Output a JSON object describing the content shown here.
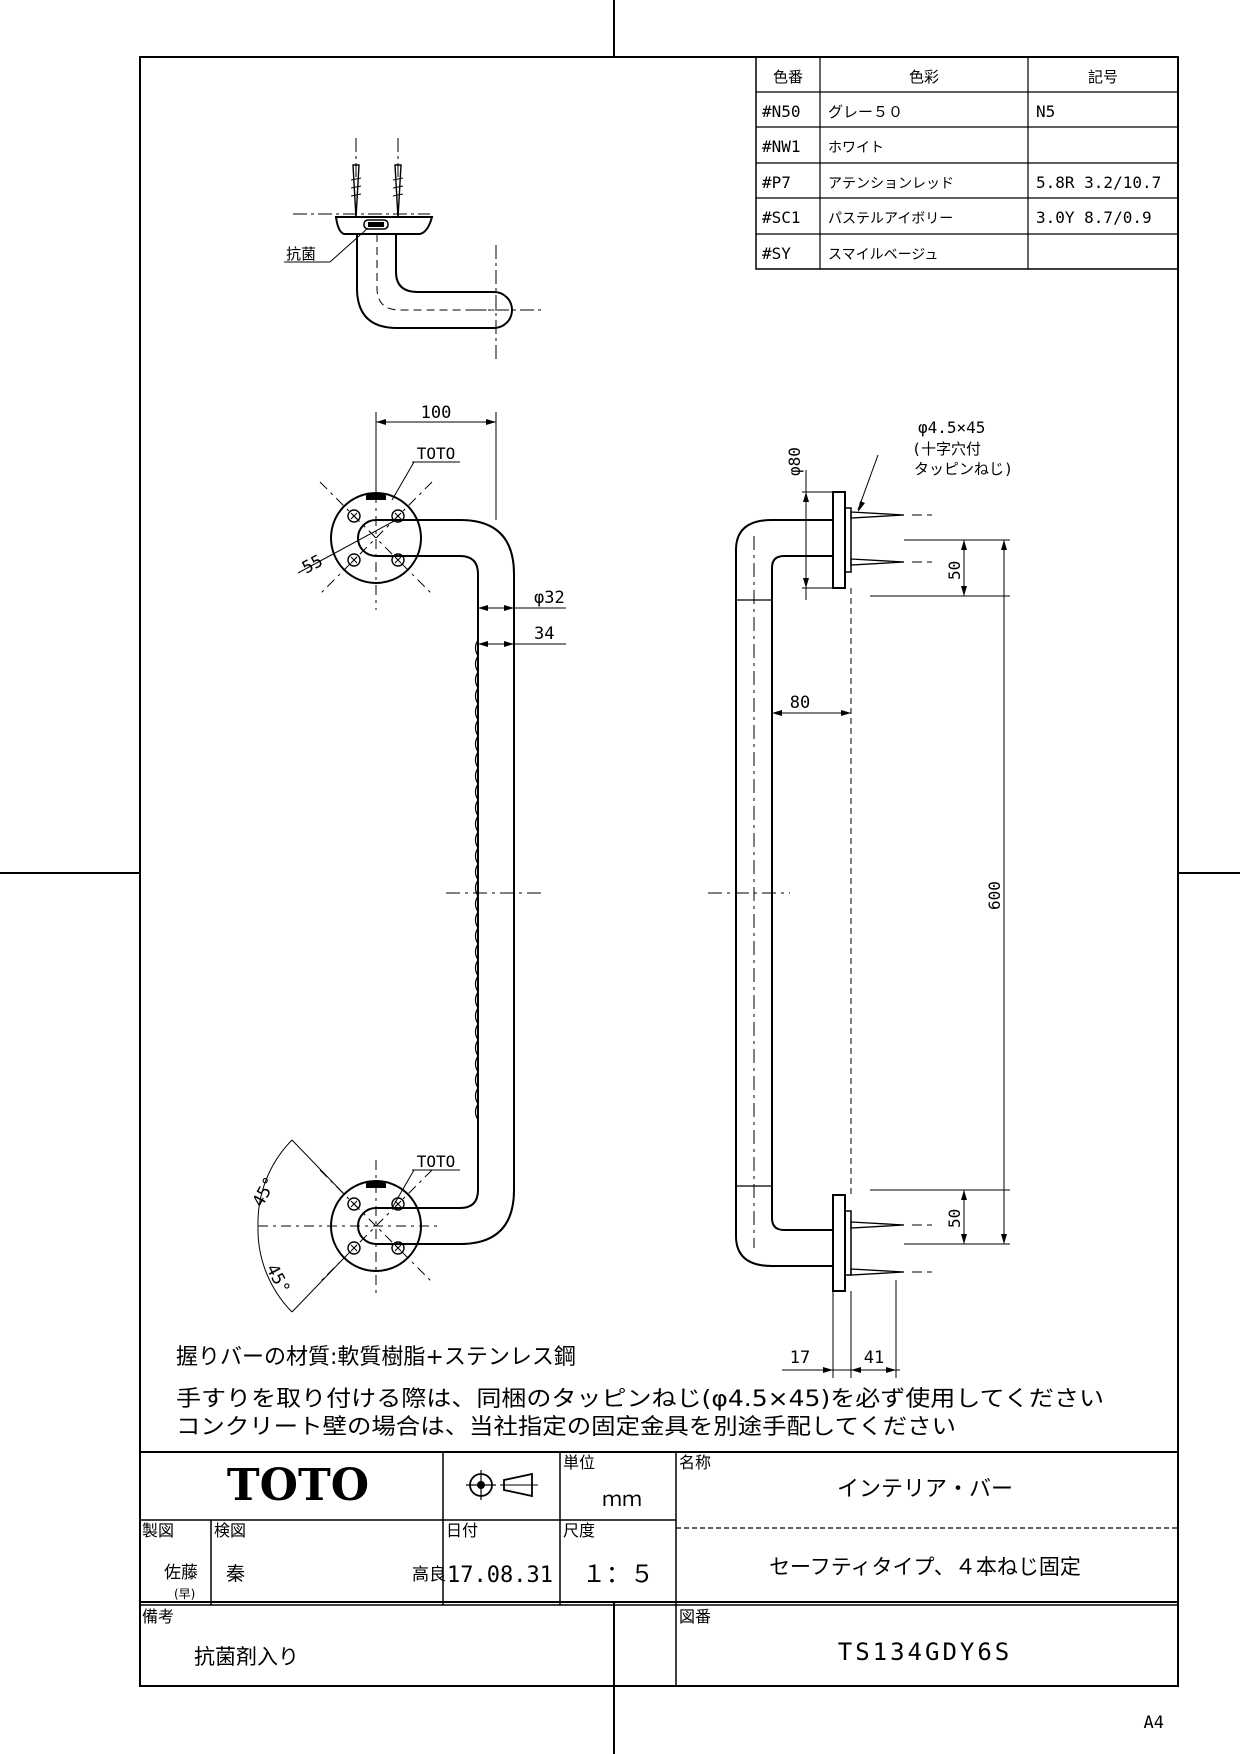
{
  "color_table": {
    "headers": [
      "色番",
      "色彩",
      "記号"
    ],
    "rows": [
      [
        "#N50",
        "グレー５０",
        "N5"
      ],
      [
        "#NW1",
        "ホワイト",
        ""
      ],
      [
        "#P7",
        "アテンションレッド",
        "5.8R 3.2/10.7"
      ],
      [
        "#SC1",
        "パステルアイボリー",
        "3.0Y 8.7/0.9"
      ],
      [
        "#SY",
        "スマイルベージュ",
        ""
      ]
    ]
  },
  "side_view": {
    "antibacterial_label": "抗菌"
  },
  "front_view": {
    "dim_100": "100",
    "logo_top": "TOTO",
    "logo_bottom": "TOTO",
    "dim_55": "55",
    "dim_phi32": "φ32",
    "dim_34": "34",
    "angle_top": "45°",
    "angle_bottom": "45°"
  },
  "right_view": {
    "screw_spec_1": "φ4.5×45",
    "screw_spec_2": "(十字穴付",
    "screw_spec_3": "タッピンねじ)",
    "dim_phi80": "φ80",
    "dim_50_top": "50",
    "dim_80": "80",
    "dim_600": "600",
    "dim_50_bottom": "50",
    "dim_17": "17",
    "dim_41": "41"
  },
  "notes": {
    "material": "握りバーの材質:軟質樹脂+ステンレス鋼",
    "line1": "手すりを取り付ける際は、同梱のタッピンねじ(φ4.5×45)を必ず使用してください",
    "line2": "コンクリート壁の場合は、当社指定の固定金具を別途手配してください"
  },
  "title_block": {
    "logo": "TOTO",
    "unit_label": "単位",
    "unit_value": "ｍｍ",
    "name_label": "名称",
    "name_value": "インテリア・バー",
    "drawn_label": "製図",
    "drawn_value_1": "佐藤",
    "drawn_value_2": "(早)",
    "checked_label": "検図",
    "checked_value": "秦",
    "approved_value": "高良",
    "date_label": "日付",
    "date_value": "17.08.31",
    "scale_label": "尺度",
    "scale_value": "１：５",
    "subtitle": "セーフティタイプ、４本ねじ固定",
    "remarks_label": "備考",
    "remarks_value": "抗菌剤入り",
    "drawing_no_label": "図番",
    "drawing_no_value": "TS134GDY6S"
  },
  "paper_size": "A4"
}
